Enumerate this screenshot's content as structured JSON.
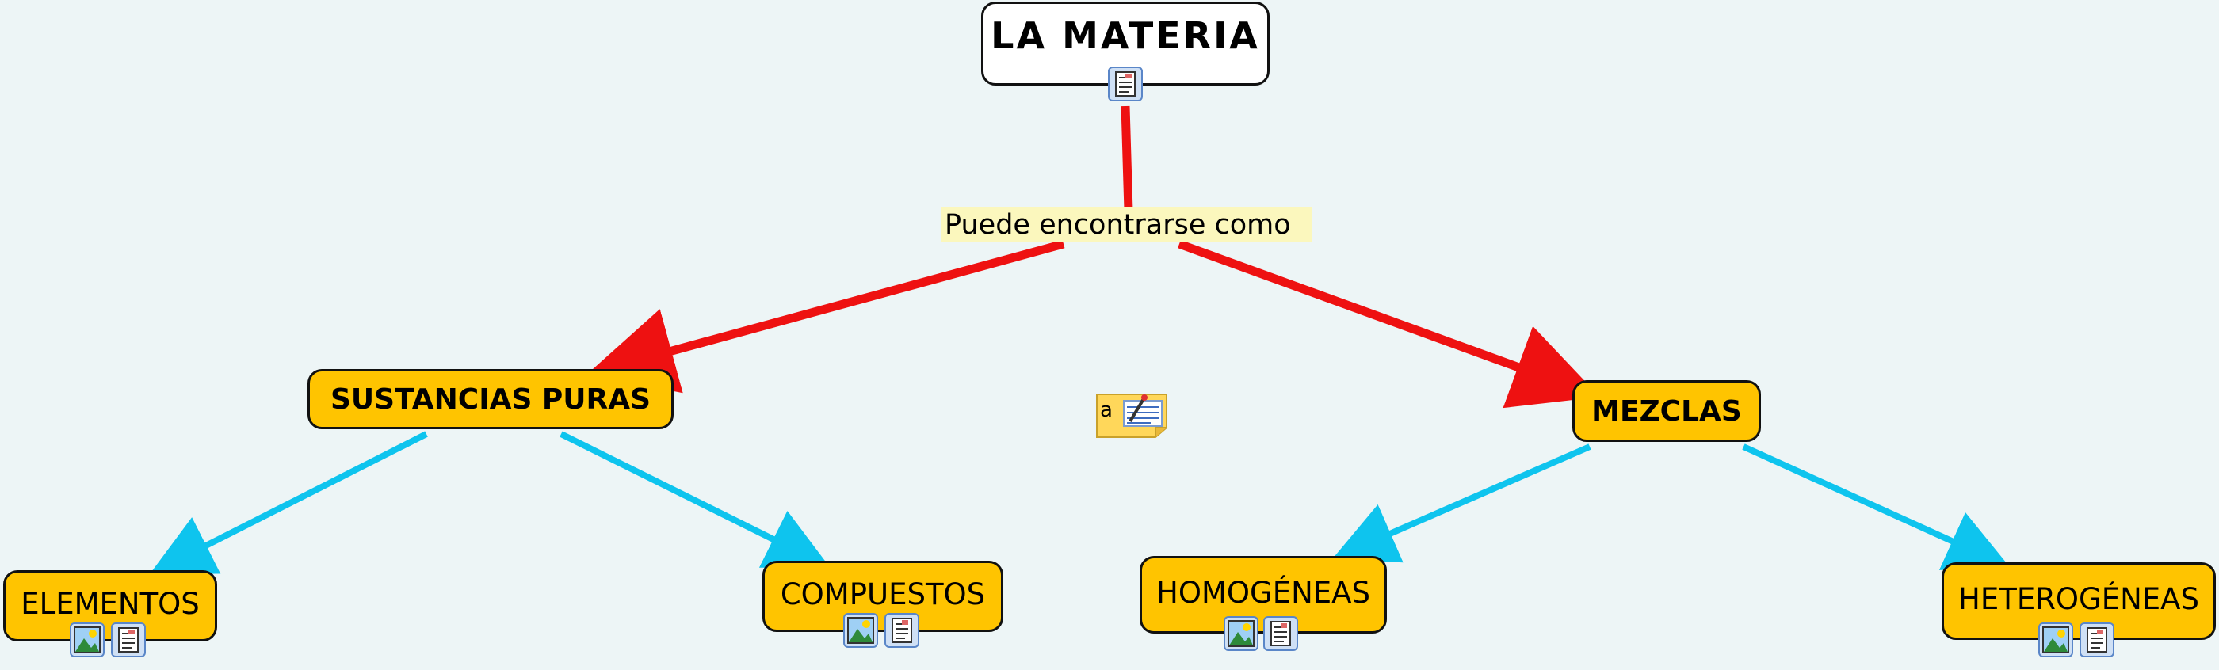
{
  "concept_map": {
    "root": {
      "label": "LA MATERIA",
      "resources": [
        "document-icon"
      ]
    },
    "linking_phrase": "Puede encontrarse como",
    "level1": [
      {
        "id": "sustancias",
        "label": "SUSTANCIAS PURAS"
      },
      {
        "id": "mezclas",
        "label": "MEZCLAS"
      }
    ],
    "level2": [
      {
        "id": "elementos",
        "label": "ELEMENTOS",
        "resources": [
          "image-icon",
          "document-icon"
        ]
      },
      {
        "id": "compuestos",
        "label": "COMPUESTOS",
        "resources": [
          "image-icon",
          "document-icon"
        ]
      },
      {
        "id": "homogeneas",
        "label": "HOMOGÉNEAS",
        "resources": [
          "image-icon",
          "document-icon"
        ]
      },
      {
        "id": "heterogeneas",
        "label": "HETEROGÉNEAS",
        "resources": [
          "image-icon",
          "document-icon"
        ]
      }
    ],
    "connections": [
      {
        "from": "LA MATERIA",
        "to": "Puede encontrarse como",
        "color": "#ee1111"
      },
      {
        "from": "Puede encontrarse como",
        "to": "SUSTANCIAS PURAS",
        "color": "#ee1111"
      },
      {
        "from": "Puede encontrarse como",
        "to": "MEZCLAS",
        "color": "#ee1111"
      },
      {
        "from": "SUSTANCIAS PURAS",
        "to": "ELEMENTOS",
        "color": "#0ec4ee"
      },
      {
        "from": "SUSTANCIAS PURAS",
        "to": "COMPUESTOS",
        "color": "#0ec4ee"
      },
      {
        "from": "MEZCLAS",
        "to": "HOMOGÉNEAS",
        "color": "#0ec4ee"
      },
      {
        "from": "MEZCLAS",
        "to": "HETEROGÉNEAS",
        "color": "#0ec4ee"
      }
    ],
    "colors": {
      "background": "#edf5f6",
      "concept_fill": "#ffc400",
      "root_fill": "#ffffff",
      "phrase_highlight": "#fbf7bd",
      "primary_link": "#ee1111",
      "secondary_link": "#0ec4ee"
    },
    "floating_icons": [
      "annotation-note-icon"
    ]
  }
}
